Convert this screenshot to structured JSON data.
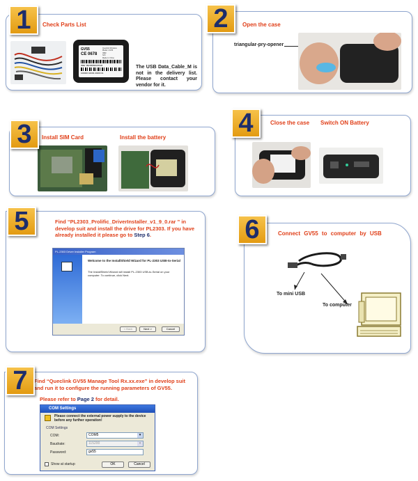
{
  "steps": [
    {
      "num": "1",
      "label": "Check Parts List",
      "note": "The USB Data_Cable_M is not in the delivery list. Please contact your vendor for it."
    },
    {
      "num": "2",
      "label": "Open the case",
      "tool_label": "triangular-pry-opener"
    },
    {
      "num": "3",
      "label_a": "Install SIM Card",
      "label_b": "Install the battery"
    },
    {
      "num": "4",
      "label_a": "Close the case",
      "label_b": "Switch ON Battery"
    },
    {
      "num": "5",
      "text_a": "Find “PL2303_Prolific_DriverInstaller_v1_9_0.rar ” in develop suit and install the drive for PL2303. If you have already installed it please go to ",
      "text_b": "Step 6",
      "text_c": "."
    },
    {
      "num": "6",
      "label": "Connect GV55 to computer by USB",
      "mini_usb": "To mini USB",
      "computer": "To computer"
    },
    {
      "num": "7",
      "text_a": "Find “Queclink GV55 Manage Tool Rx.xx.exe” in develop suit and run it to configure the running parameters of GV55.",
      "refer_a": "Please refer to ",
      "refer_b": "Page 2",
      "refer_c": " for detail."
    }
  ],
  "device": {
    "model": "GV55",
    "mark": "CE 0678",
    "info_lines": [
      "Queclink Wireless",
      "Model: GV55",
      "IMEI:",
      "S/N:",
      "Made in China"
    ],
    "barcode_a": "IMEI: 86236860015632",
    "barcode_b": "100000 10003 20200 01"
  },
  "installer": {
    "window_title": "PL-2303 Driver Installer Program",
    "heading": "Welcome to the InstallShield Wizard for PL-2303 USB-to-Serial",
    "body": "The InstallShield Wizard will install PL-2303 USB-to-Serial on your computer. To continue, click Next.",
    "back": "< Back",
    "next": "Next >",
    "cancel": "Cancel"
  },
  "com_dialog": {
    "title": "COM Settings",
    "message": "Please connect the external power supply to the device before any further operation!",
    "group": "COM Settings",
    "com_label": "COM:",
    "com_value": "COM5",
    "baud_label": "Baudrate:",
    "baud_value": "115200",
    "pwd_label": "Password:",
    "pwd_value": "gv55",
    "startup": "Show at startup",
    "ok": "OK",
    "cancel": "Cancel"
  }
}
